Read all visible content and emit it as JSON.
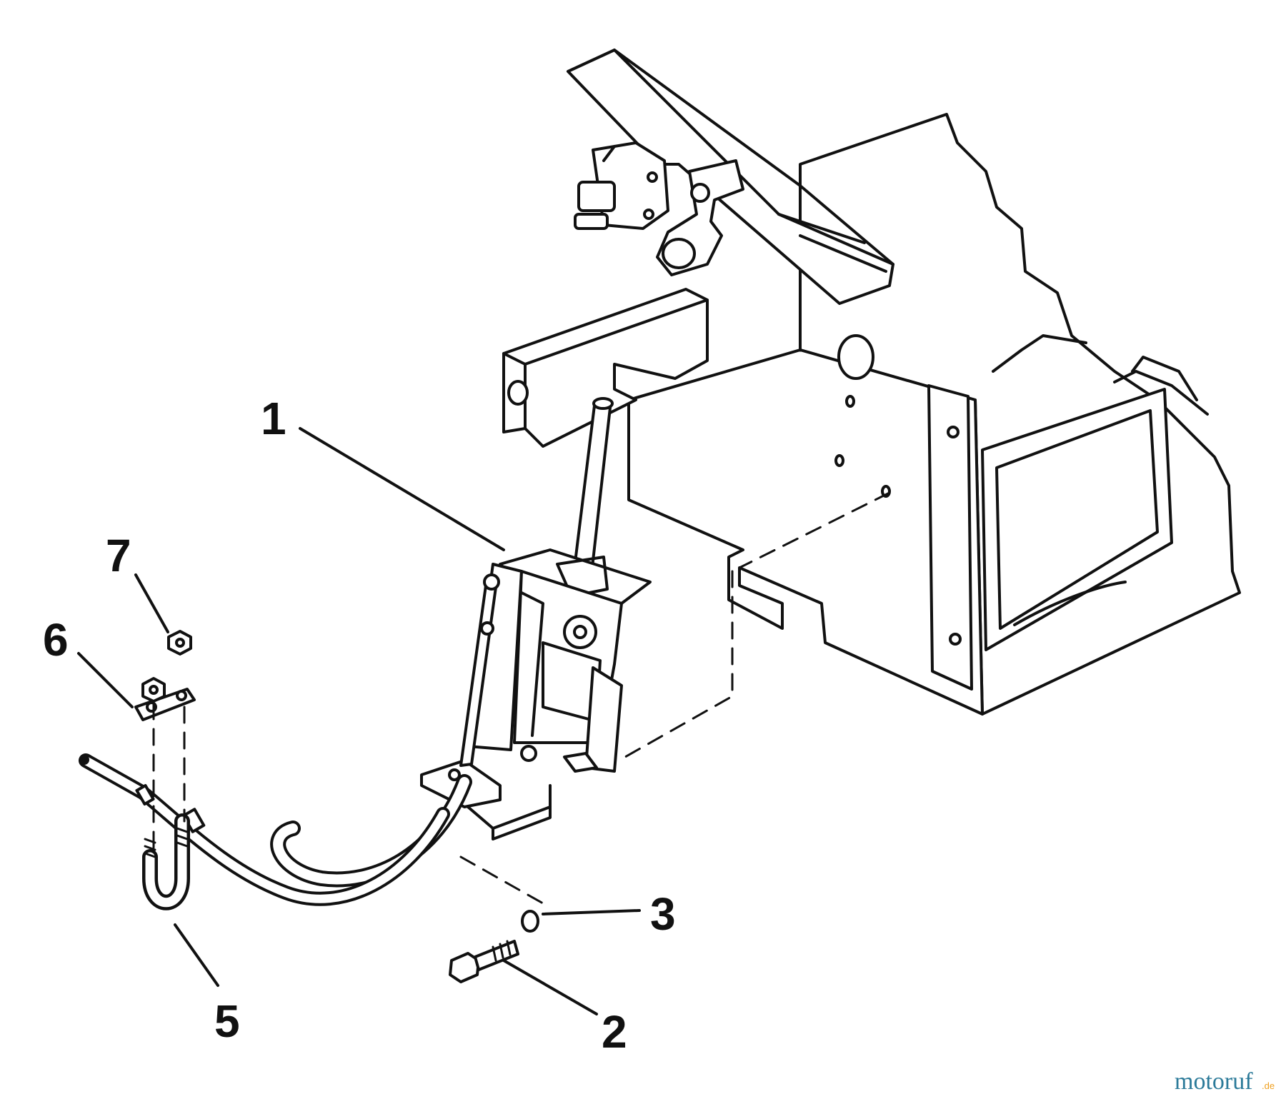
{
  "diagram": {
    "callouts": [
      {
        "id": "1",
        "label": "1"
      },
      {
        "id": "2",
        "label": "2"
      },
      {
        "id": "3",
        "label": "3"
      },
      {
        "id": "5",
        "label": "5"
      },
      {
        "id": "6",
        "label": "6"
      },
      {
        "id": "7",
        "label": "7"
      }
    ]
  },
  "watermark": {
    "text": "motoruf",
    "suffix": ".de",
    "colors": {
      "main": "#2b7a99",
      "accent": "#f0a020"
    }
  },
  "colors": {
    "ink": "#111111",
    "paper": "#ffffff"
  }
}
